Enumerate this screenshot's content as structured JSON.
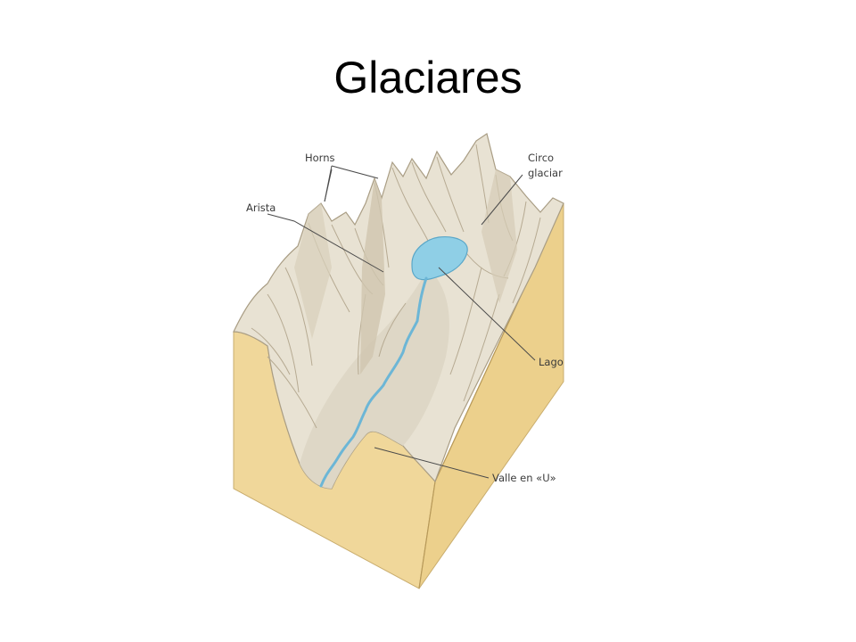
{
  "slide": {
    "title": "Glaciares"
  },
  "diagram": {
    "labels": {
      "horns": "Horns",
      "arista": "Arista",
      "circo_line1": "Circo",
      "circo_line2": "glaciar",
      "lago": "Lago",
      "valle": "Valle en «U»"
    },
    "colors": {
      "block_face": "#f0d79a",
      "block_shadow": "#e2c077",
      "rock": "#e8e2d3",
      "rock_shade": "#cfc5af",
      "lake": "#8fcfe6",
      "river": "#6cb6d6",
      "leader_line": "#4a4a4a"
    }
  }
}
